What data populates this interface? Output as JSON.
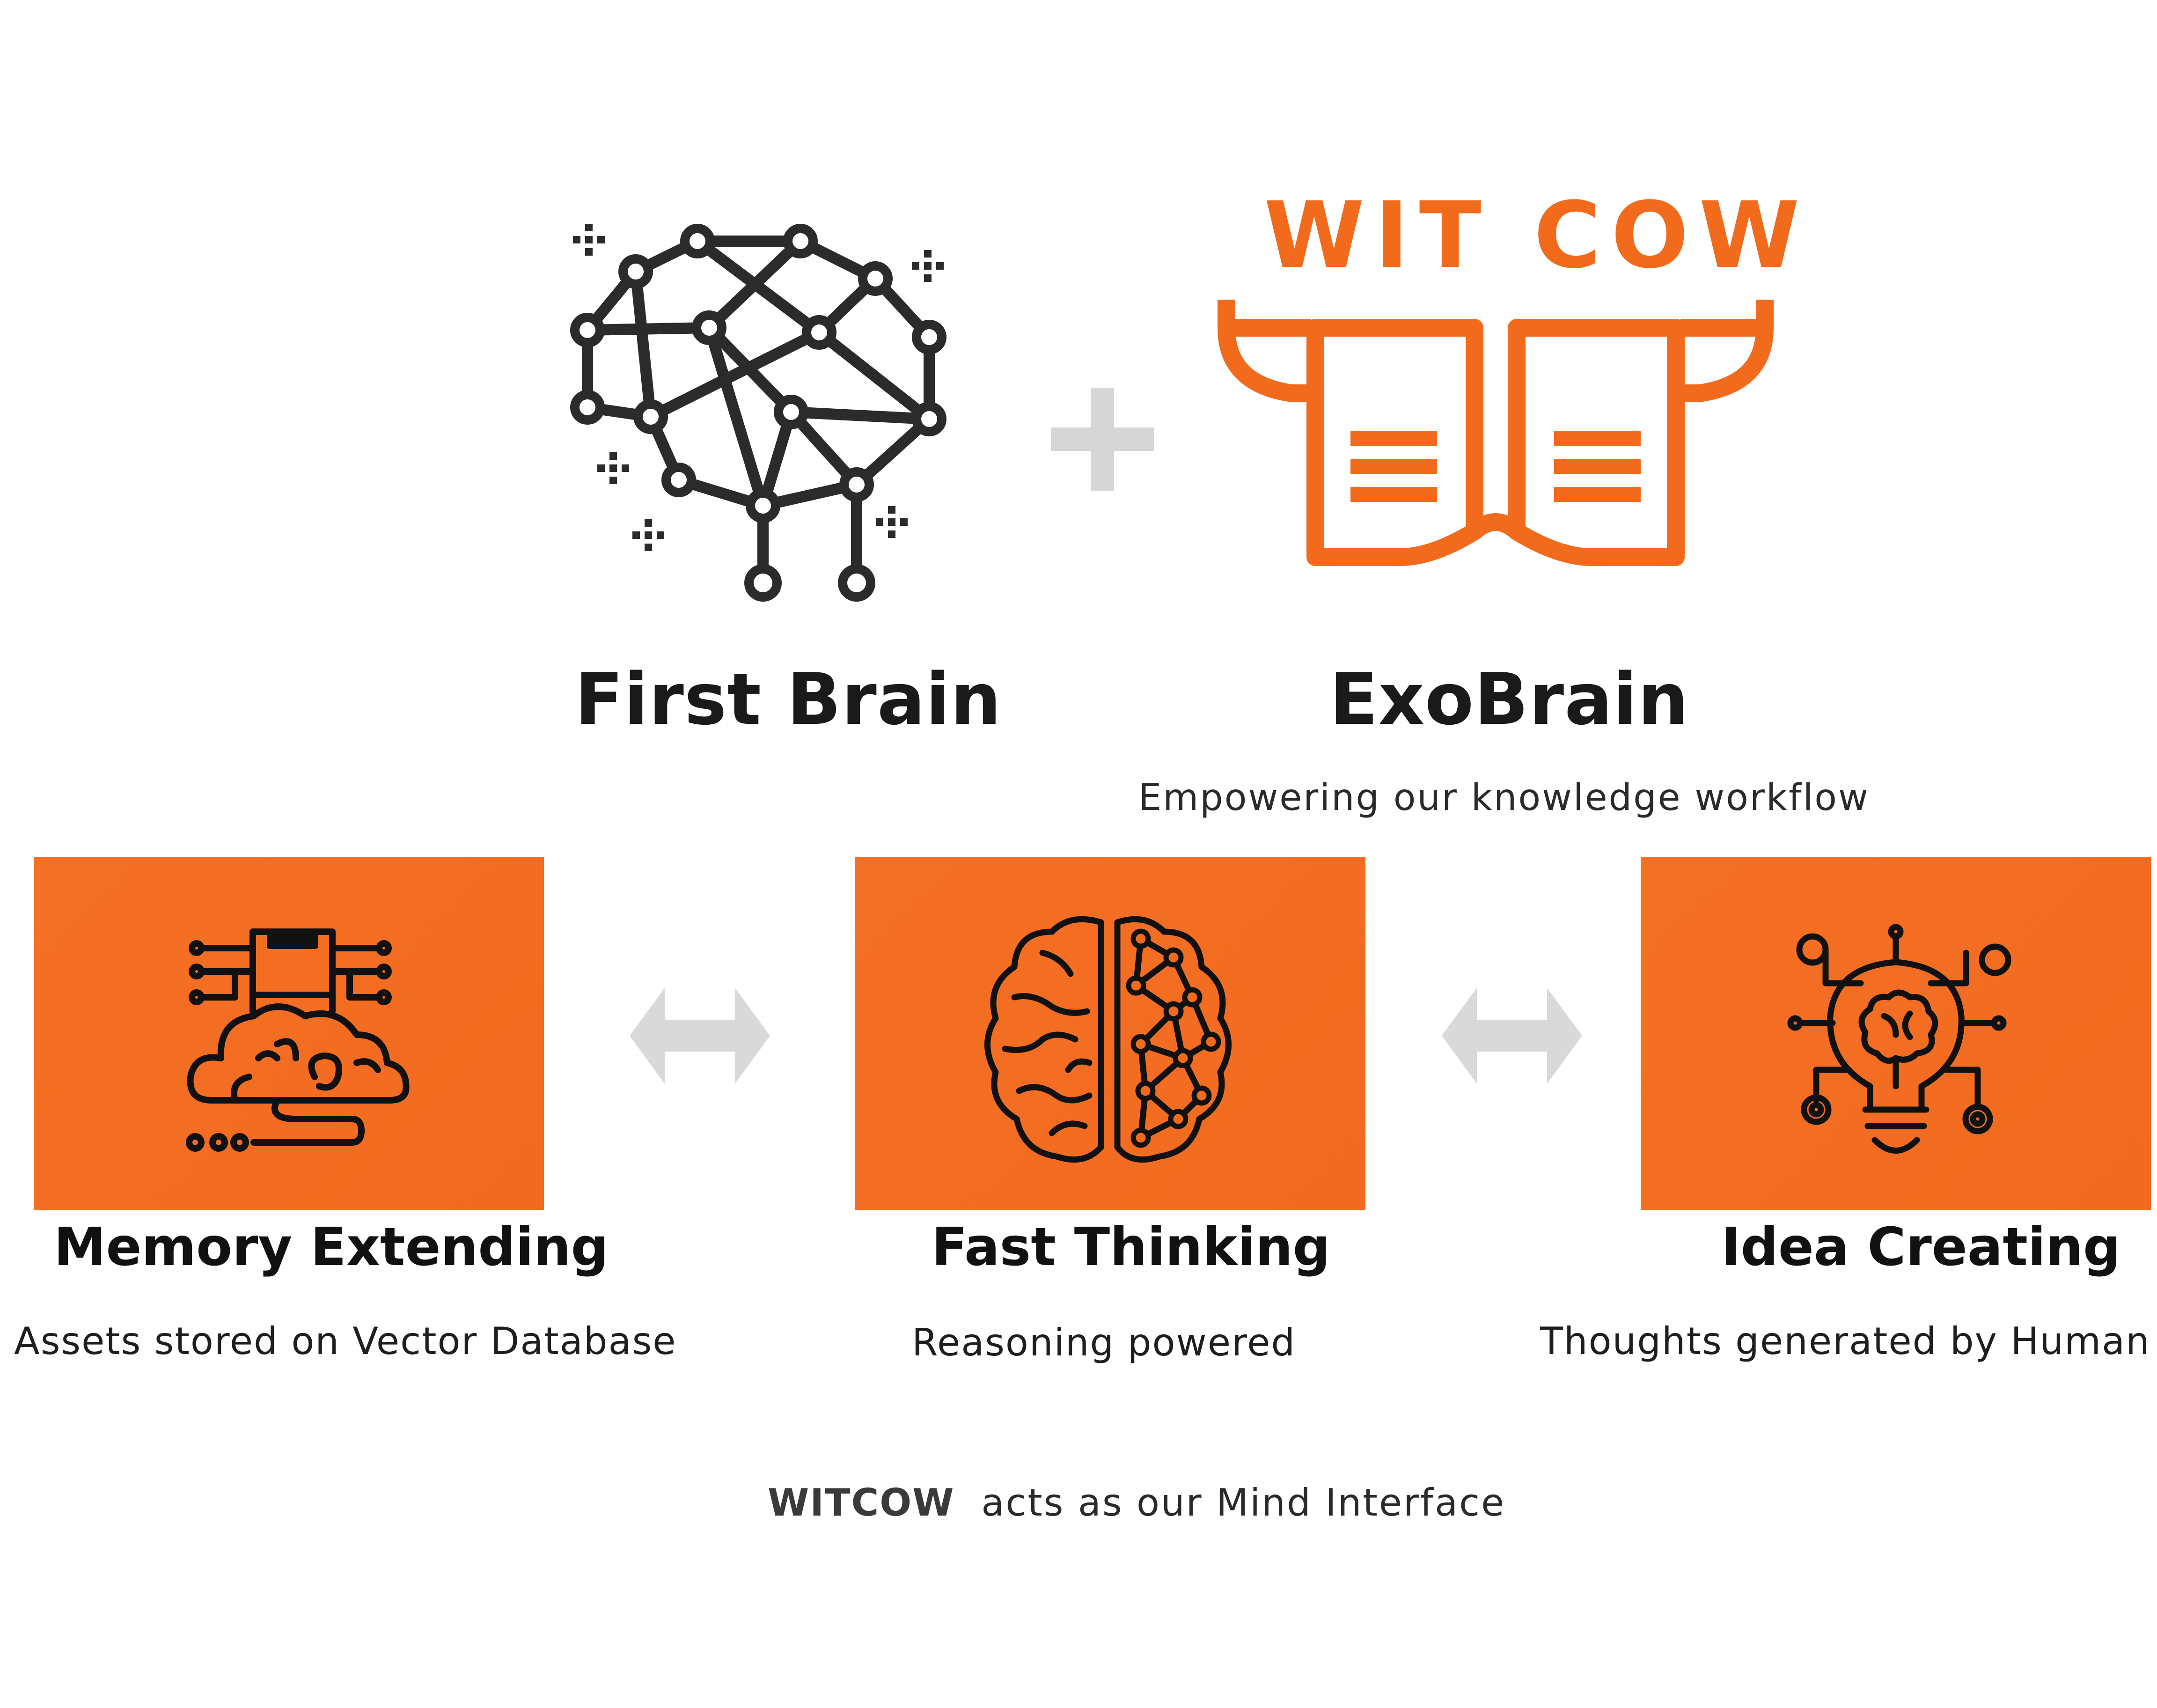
{
  "brand": {
    "name": "WIT COW",
    "accent_color": "#f26b1d"
  },
  "top": {
    "left": {
      "title": "First Brain",
      "icon": "network-brain-icon"
    },
    "plus_icon": "plus-icon",
    "right": {
      "title": "ExoBrain",
      "icon": "witcow-book-horns-logo",
      "tagline": "Empowering our knowledge workflow"
    }
  },
  "cards": [
    {
      "title": "Memory Extending",
      "subtitle": "Assets stored on Vector Database",
      "icon": "brain-cloud-chip-icon"
    },
    {
      "title": "Fast Thinking",
      "subtitle": "Reasoning powered",
      "icon": "brain-neural-network-icon"
    },
    {
      "title": "Idea Creating",
      "subtitle": "Thoughts generated by Human",
      "icon": "lightbulb-brain-icon"
    }
  ],
  "connectors": [
    "double-arrow-icon",
    "double-arrow-icon"
  ],
  "footer": {
    "brand": "WITCOW",
    "text": "acts as our Mind Interface"
  }
}
